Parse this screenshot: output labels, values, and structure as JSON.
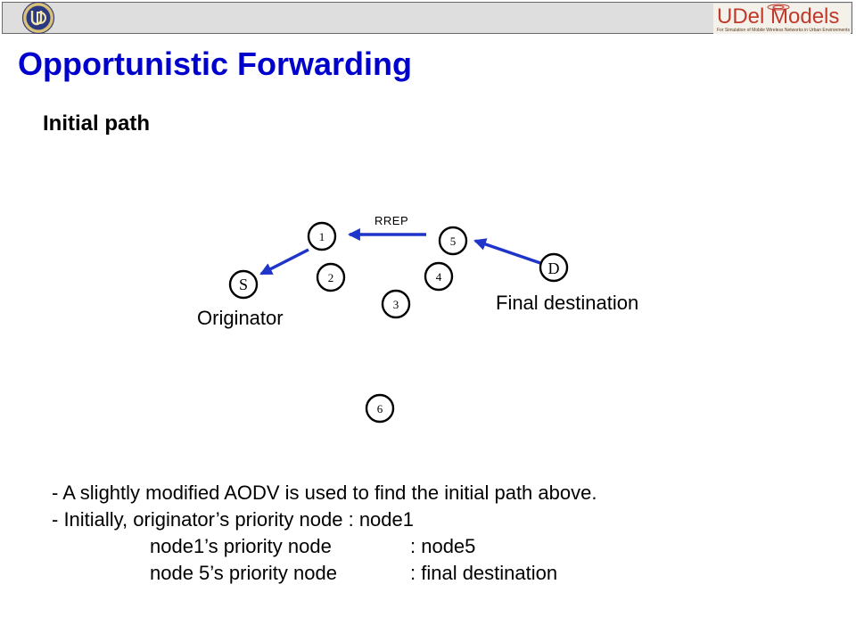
{
  "header": {
    "logo_left_text": "UD",
    "logo_right_brand": "UDel Models",
    "logo_right_tagline": "For Simulation of Mobile Wireless Networks in Urban Environments"
  },
  "title": "Opportunistic Forwarding",
  "subtitle": "Initial path",
  "diagram": {
    "nodes": [
      {
        "id": "S",
        "label": "S",
        "kind": "letter"
      },
      {
        "id": "1",
        "label": "1",
        "kind": "number"
      },
      {
        "id": "2",
        "label": "2",
        "kind": "number"
      },
      {
        "id": "3",
        "label": "3",
        "kind": "number"
      },
      {
        "id": "4",
        "label": "4",
        "kind": "number"
      },
      {
        "id": "5",
        "label": "5",
        "kind": "number"
      },
      {
        "id": "6",
        "label": "6",
        "kind": "number"
      },
      {
        "id": "D",
        "label": "D",
        "kind": "letter"
      }
    ],
    "edges": [
      {
        "from": "D",
        "to": "5"
      },
      {
        "from": "5",
        "to": "1"
      },
      {
        "from": "1",
        "to": "S"
      }
    ],
    "edge_label": "RREP",
    "originator_label": "Originator",
    "destination_label": "Final destination",
    "arrow_color": "#1f35c9"
  },
  "notes": {
    "line1": "- A slightly modified AODV is used to find the initial path above.",
    "line2": "- Initially, originator’s priority node : node1",
    "line3_left": "node1’s priority node",
    "line3_right": ": node5",
    "line4_left": "node 5’s priority node",
    "line4_right": ": final destination"
  }
}
